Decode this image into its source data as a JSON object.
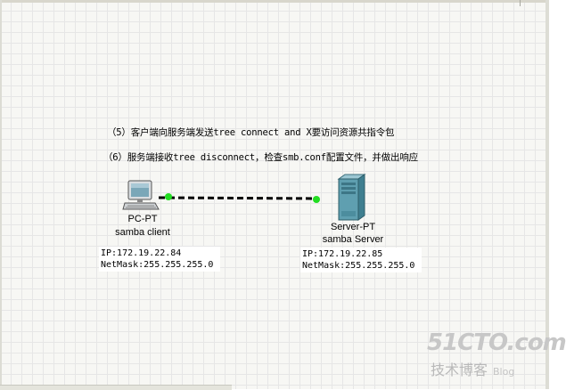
{
  "captions": {
    "step5": "（5）客户端向服务端发送tree connect and X要访问资源共指令包",
    "step6": "（6）服务端接收tree disconnect，检查smb.conf配置文件，并做出响应"
  },
  "pc": {
    "icon": "pc-icon",
    "type_label": "PC-PT",
    "name_label": "samba client",
    "ip_line": "IP:172.19.22.84",
    "netmask_line": "NetMask:255.255.255.0"
  },
  "server": {
    "icon": "server-icon",
    "type_label": "Server-PT",
    "name_label": "samba Server",
    "ip_line": "IP:172.19.22.85",
    "netmask_line": "NetMask:255.255.255.0"
  },
  "link": {
    "style": "dashed",
    "link_color": "#000000",
    "status_color": "#22dd22"
  },
  "watermark": {
    "brand": "51CTO.com",
    "subtitle": "技术博客",
    "blog": "Blog"
  },
  "colors": {
    "workspace_bg": "#f7f7f4",
    "grid_line": "#e6e6e6",
    "pc_monitor": "#7aa7b8",
    "server_body": "#5f9fb0"
  }
}
